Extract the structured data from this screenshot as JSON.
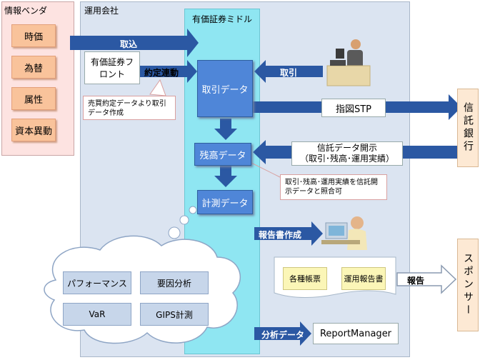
{
  "vendor": {
    "title": "情報ベンダ",
    "items": [
      "時価",
      "為替",
      "属性",
      "資本異動"
    ]
  },
  "company": {
    "title": "運用会社",
    "middle_title": "有価証券ミドル",
    "front_label": "有価証券フロント",
    "trade_data": "取引データ",
    "balance_data": "残高データ",
    "measure_data": "計測データ",
    "note_front": "売買約定データより取引データ作成",
    "note_trust": "取引･残高･運用実績を信託開示データと照合可"
  },
  "arrows": {
    "import": "取込",
    "contract_link": "約定連動",
    "trade": "取引",
    "instruction": "指図STP",
    "trust_disclosure_line1": "信託データ開示",
    "trust_disclosure_line2": "（取引･残高･運用実績）",
    "report_creation": "報告書作成",
    "report": "報告",
    "analysis_data": "分析データ"
  },
  "cloud": {
    "items": [
      "パフォーマンス",
      "要因分析",
      "VaR",
      "GIPS計測"
    ]
  },
  "documents": {
    "doc1": "各種帳票",
    "doc2": "運用報告書"
  },
  "report_manager": "ReportManager",
  "trust_bank": "信託銀行",
  "sponsor": "スポンサー"
}
